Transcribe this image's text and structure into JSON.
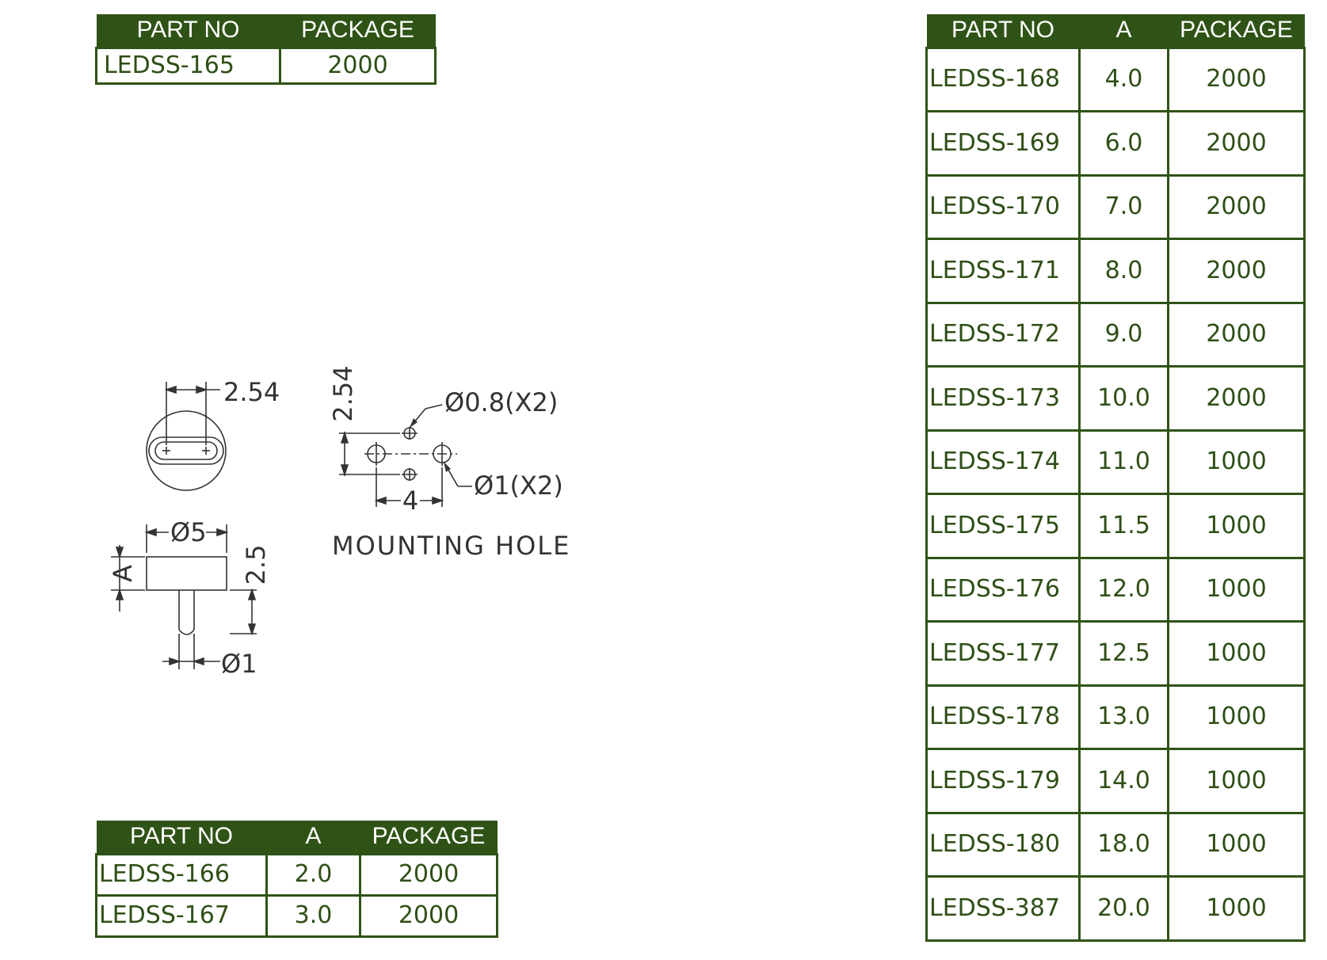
{
  "table_top": {
    "headers": [
      "PART NO",
      "PACKAGE"
    ],
    "rows": [
      [
        "LEDSS-165",
        "2000"
      ]
    ]
  },
  "table_bottom": {
    "headers": [
      "PART NO",
      "A",
      "PACKAGE"
    ],
    "rows": [
      [
        "LEDSS-166",
        "2.0",
        "2000"
      ],
      [
        "LEDSS-167",
        "3.0",
        "2000"
      ]
    ]
  },
  "table_right": {
    "headers": [
      "PART NO",
      "A",
      "PACKAGE"
    ],
    "rows": [
      [
        "LEDSS-168",
        "4.0",
        "2000"
      ],
      [
        "LEDSS-169",
        "6.0",
        "2000"
      ],
      [
        "LEDSS-170",
        "7.0",
        "2000"
      ],
      [
        "LEDSS-171",
        "8.0",
        "2000"
      ],
      [
        "LEDSS-172",
        "9.0",
        "2000"
      ],
      [
        "LEDSS-173",
        "10.0",
        "2000"
      ],
      [
        "LEDSS-174",
        "11.0",
        "1000"
      ],
      [
        "LEDSS-175",
        "11.5",
        "1000"
      ],
      [
        "LEDSS-176",
        "12.0",
        "1000"
      ],
      [
        "LEDSS-177",
        "12.5",
        "1000"
      ],
      [
        "LEDSS-178",
        "13.0",
        "1000"
      ],
      [
        "LEDSS-179",
        "14.0",
        "1000"
      ],
      [
        "LEDSS-180",
        "18.0",
        "1000"
      ],
      [
        "LEDSS-387",
        "20.0",
        "1000"
      ]
    ]
  },
  "drawing": {
    "top_view_pitch": "2.54",
    "body_diameter": "Ø5",
    "height_a": "A",
    "body_height": "2.5",
    "pin_diameter": "Ø1",
    "hole_pitch_vertical": "2.54",
    "small_hole": "Ø0.8(X2)",
    "large_hole": "Ø1(X2)",
    "hole_pitch_horizontal": "4",
    "mounting_hole_label": "MOUNTING HOLE"
  },
  "colors": {
    "header_bg": "#2f5316",
    "header_text": "#ffffff",
    "cell_text": "#2f4f16",
    "line": "#333333"
  }
}
